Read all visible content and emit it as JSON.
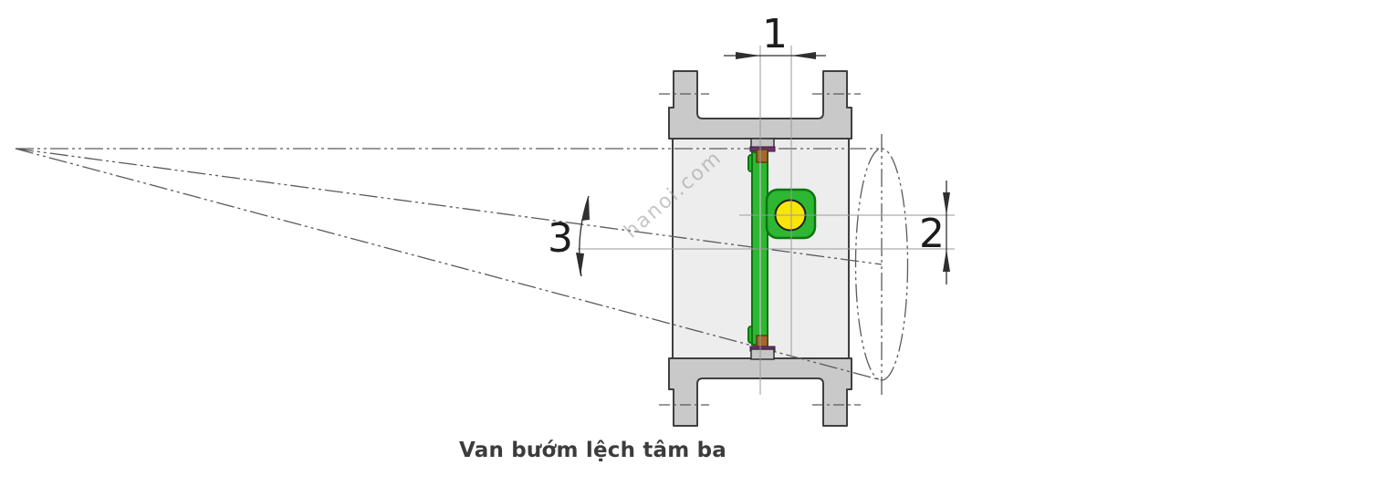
{
  "diagram": {
    "caption": "Van bướm lệch tâm ba",
    "watermark": "hanoi.com",
    "dimensions": {
      "dim1": "1",
      "dim2": "2",
      "dim3": "3"
    }
  },
  "colors": {
    "outline": "#3f3f3f",
    "body_gray": "#c9c9c9",
    "body_light": "#ededed",
    "disc_green": "#2db732",
    "disc_outline": "#0d7512",
    "disc_highlight": "#8ce98c",
    "shaft_yellow": "#f8e50a",
    "packing_brown": "#a2692c",
    "seal_purple": "#6e3273",
    "centerline": "#5a5a5a",
    "thin_line": "#9a9a9a",
    "dim_line": "#2f2f2f",
    "text_dark": "#1c1c1c",
    "caption_color": "#3c3c3c",
    "watermark_color": "#8f8f8f"
  }
}
